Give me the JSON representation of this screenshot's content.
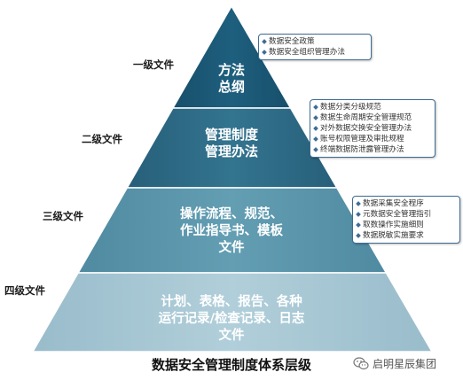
{
  "levels": [
    {
      "label": "一级文件",
      "lines": [
        "方法",
        "总纲"
      ],
      "fill": "#1c5a78"
    },
    {
      "label": "二级文件",
      "lines": [
        "管理制度",
        "管理办法"
      ],
      "fill": "#2f6f8c"
    },
    {
      "label": "三级文件",
      "lines": [
        "操作流程、规范、",
        "作业指导书、模板",
        "文件"
      ],
      "fill": "#5b97ad"
    },
    {
      "label": "四级文件",
      "lines": [
        "计划、表格、报告、各种",
        "运行记录/检查记录、日志",
        "文件"
      ],
      "fill": "#a6c6d3"
    }
  ],
  "notes": [
    {
      "items": [
        "数据安全政策",
        "数据安全组织管理办法"
      ]
    },
    {
      "items": [
        "数据分类分级规范",
        "数据生命周期安全管理规范",
        "对外数据交换安全管理办法",
        "账号权限管理及审批规程",
        "终端数据防泄露管理办法"
      ]
    },
    {
      "items": [
        "数据采集安全程序",
        "元数据安全管理指引",
        "取数操作实施细则",
        "数据脱敏实施要求"
      ]
    }
  ],
  "caption": "数据安全管理制度体系层级",
  "watermark": {
    "text": "启明星辰集团",
    "icon": "wechat-icon"
  }
}
